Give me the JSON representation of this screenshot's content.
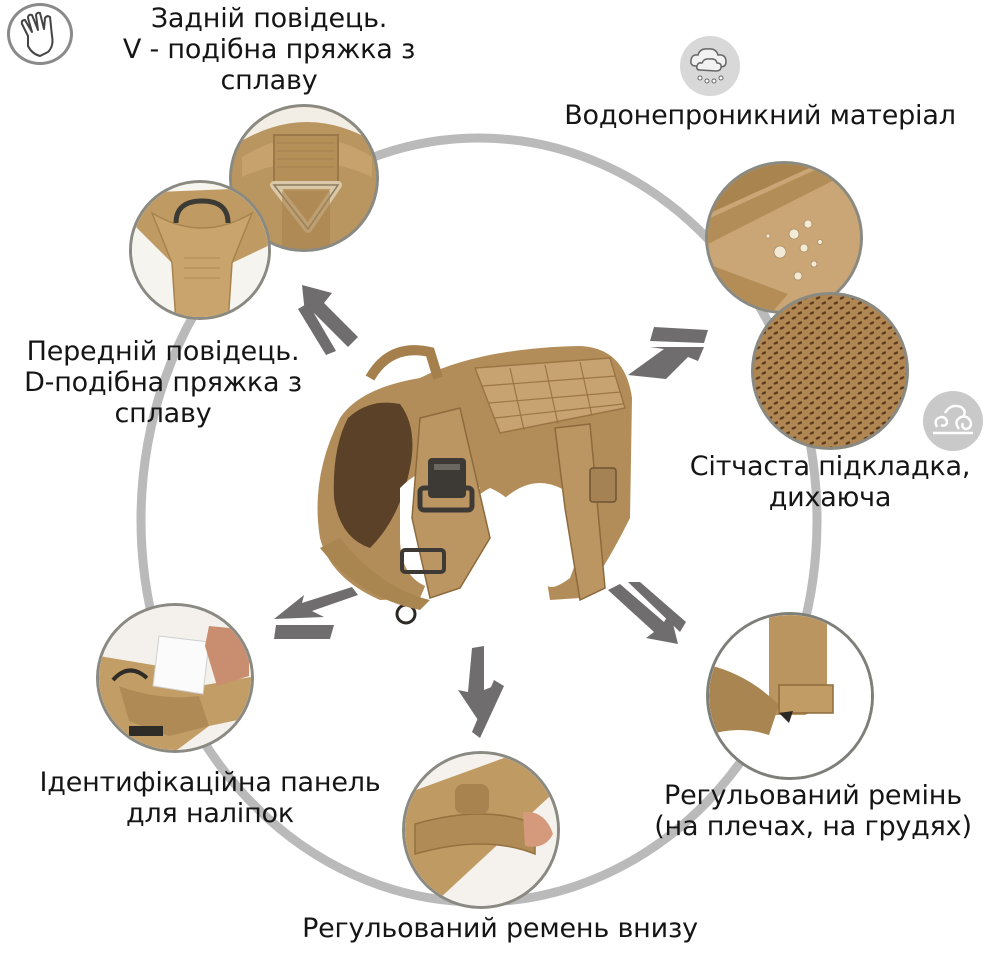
{
  "infographic": {
    "subject": "Tactical dog harness features",
    "ring_color": "#b9b9b9",
    "arrow_color": "#6f6d6d",
    "product_color": "#b8935f",
    "features": [
      {
        "id": "rear-leash",
        "lines": [
          "Задній повідець.",
          "V - подібна пряжка з",
          "сплаву"
        ],
        "icon": "hand-icon"
      },
      {
        "id": "waterproof",
        "lines": [
          "Водонепроникний матеріал"
        ],
        "icon": "rain-cloud-icon"
      },
      {
        "id": "front-leash",
        "lines": [
          "Передній повідець.",
          "D-подібна пряжка з",
          "сплаву"
        ],
        "icon": null
      },
      {
        "id": "mesh-lining",
        "lines": [
          "Сітчаста підкладка,",
          "дихаюча"
        ],
        "icon": "wind-swirl-icon"
      },
      {
        "id": "id-panel",
        "lines": [
          "Ідентифікаційна панель",
          "для наліпок"
        ],
        "icon": null
      },
      {
        "id": "adjustable-strap",
        "lines": [
          "Регульований ремінь",
          "(на плечах, на грудях)"
        ],
        "icon": null
      },
      {
        "id": "bottom-strap",
        "lines": [
          "Регульований ремень внизу"
        ],
        "icon": null
      }
    ]
  }
}
